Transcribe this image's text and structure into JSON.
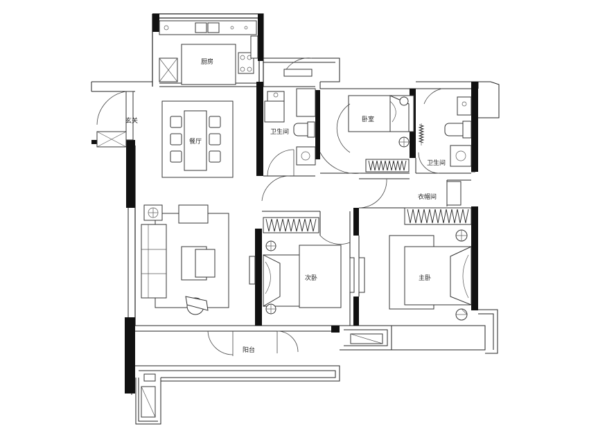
{
  "rooms": {
    "kitchen": "厨房",
    "entrance": "玄关",
    "dining": "餐厅",
    "bathroom_left": "卫生间",
    "bedroom": "卧室",
    "bathroom_right": "卫生间",
    "cloakroom": "衣帽间",
    "second_bedroom": "次卧",
    "master_bedroom": "主卧",
    "balcony": "阳台"
  },
  "colors": {
    "wall": "#111111",
    "line": "#222222",
    "background": "#ffffff"
  }
}
